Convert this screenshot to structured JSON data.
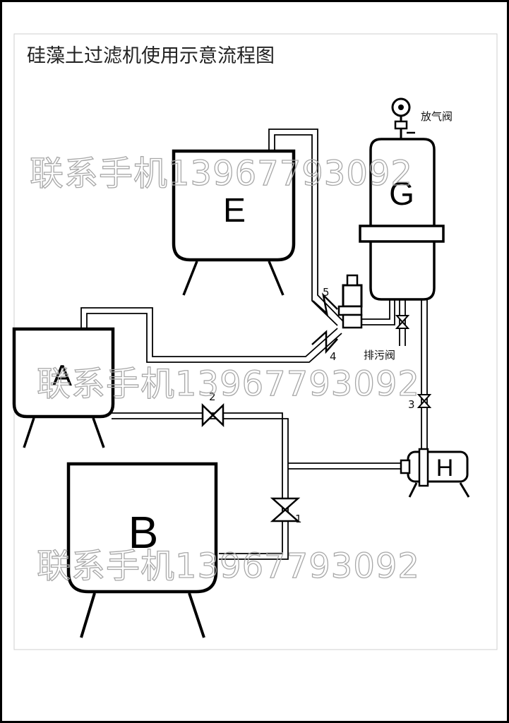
{
  "title": "硅藻土过滤机使用示意流程图",
  "tanks": {
    "A": "A",
    "B": "B",
    "E": "E",
    "G": "G",
    "H": "H"
  },
  "valves": {
    "v1": "1",
    "v2": "2",
    "v3": "3",
    "v4": "4",
    "v5": "5"
  },
  "labels": {
    "vent_valve": "放气阀",
    "drain_valve": "排污阀"
  },
  "watermark": "联系手机13967793092"
}
